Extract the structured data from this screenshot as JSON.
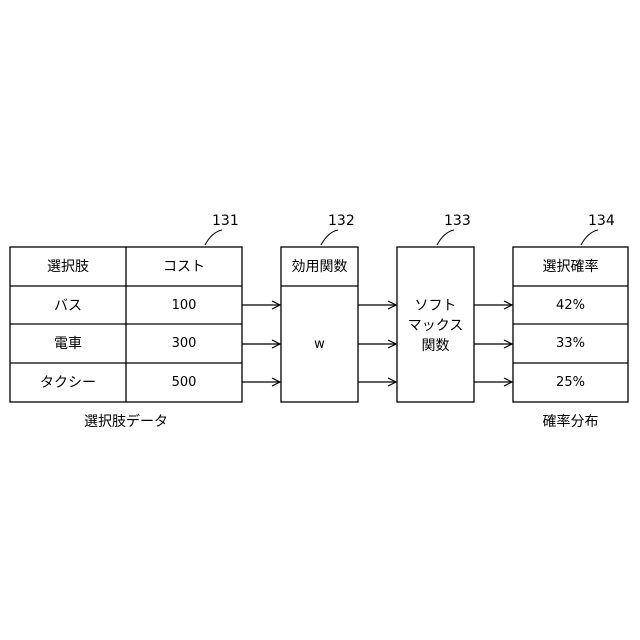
{
  "choices_table": {
    "ref": "131",
    "header_choice": "選択肢",
    "header_cost": "コスト",
    "rows": [
      {
        "choice": "バス",
        "cost": "100"
      },
      {
        "choice": "電車",
        "cost": "300"
      },
      {
        "choice": "タクシー",
        "cost": "500"
      }
    ],
    "caption": "選択肢データ"
  },
  "utility_function": {
    "ref": "132",
    "title": "効用関数",
    "symbol": "w"
  },
  "softmax_function": {
    "ref": "133",
    "line1": "ソフト",
    "line2": "マックス",
    "line3": "関数"
  },
  "probability_table": {
    "ref": "134",
    "header": "選択確率",
    "rows": [
      "42%",
      "33%",
      "25%"
    ],
    "caption": "確率分布"
  }
}
